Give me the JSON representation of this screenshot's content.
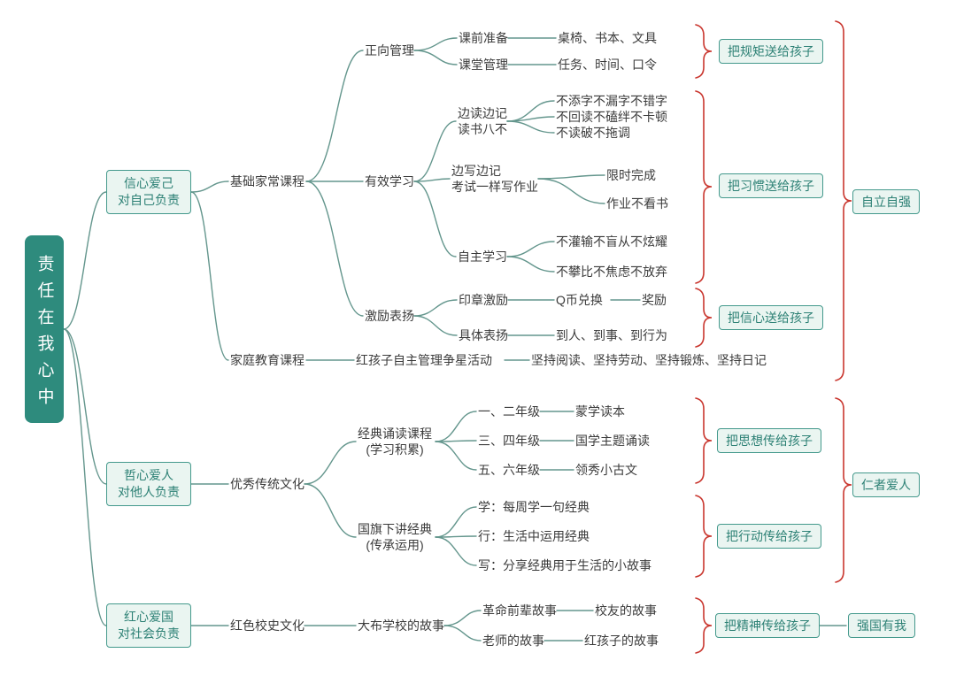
{
  "colors": {
    "teal": "#2e8b7d",
    "teal_light": "#eaf5f1",
    "teal_border": "#44998c",
    "brace_red": "#c9362e",
    "line": "#64968d",
    "text": "#3b3b3b"
  },
  "root": {
    "label": "责任在我心中"
  },
  "b1": {
    "title1": "信心爱己",
    "title2": "对自己负责",
    "course_basic": "基础家常课程",
    "mgmt": "正向管理",
    "prep": "课前准备",
    "prep_items": "桌椅、书本、文具",
    "cls": "课堂管理",
    "cls_items": "任务、时间、口令",
    "result_rules": "把规矩送给孩子",
    "study": "有效学习",
    "read1": "边读边记",
    "read2": "读书八不",
    "read_r1": "不添字不漏字不错字",
    "read_r2": "不回读不磕绊不卡顿",
    "read_r3": "不读破不拖调",
    "write1": "边写边记",
    "write2": "考试一样写作业",
    "write_r1": "限时完成",
    "write_r2": "作业不看书",
    "selfstudy": "自主学习",
    "self_r1": "不灌输不盲从不炫耀",
    "self_r2": "不攀比不焦虑不放弃",
    "result_habit": "把习惯送给孩子",
    "praise": "激励表扬",
    "stamp": "印章激励",
    "stamp_q": "Q币兑换",
    "stamp_prize": "奖励",
    "specific": "具体表扬",
    "specific_items": "到人、到事、到行为",
    "result_confidence": "把信心送给孩子",
    "course_family": "家庭教育课程",
    "family_activity": "红孩子自主管理争星活动",
    "family_items": "坚持阅读、坚持劳动、坚持锻炼、坚持日记",
    "result_branch": "自立自强"
  },
  "b2": {
    "title1": "哲心爱人",
    "title2": "对他人负责",
    "culture": "优秀传统文化",
    "recite1": "经典诵读课程",
    "recite2": "(学习积累)",
    "g12": "一、二年级",
    "g12_v": "蒙学读本",
    "g34": "三、四年级",
    "g34_v": "国学主题诵读",
    "g56": "五、六年级",
    "g56_v": "领秀小古文",
    "result_thought": "把思想传给孩子",
    "flag1": "国旗下讲经典",
    "flag2": "(传承运用)",
    "f1": "学：每周学一句经典",
    "f2": "行：生活中运用经典",
    "f3": "写：分享经典用于生活的小故事",
    "result_action": "把行动传给孩子",
    "result_branch": "仁者爱人"
  },
  "b3": {
    "title1": "红心爱国",
    "title2": "对社会负责",
    "history": "红色校史文化",
    "school": "大布学校的故事",
    "s1": "革命前辈故事",
    "s1_v": "校友的故事",
    "s2": "老师的故事",
    "s2_v": "红孩子的故事",
    "result_spirit": "把精神传给孩子",
    "result_final": "强国有我"
  }
}
